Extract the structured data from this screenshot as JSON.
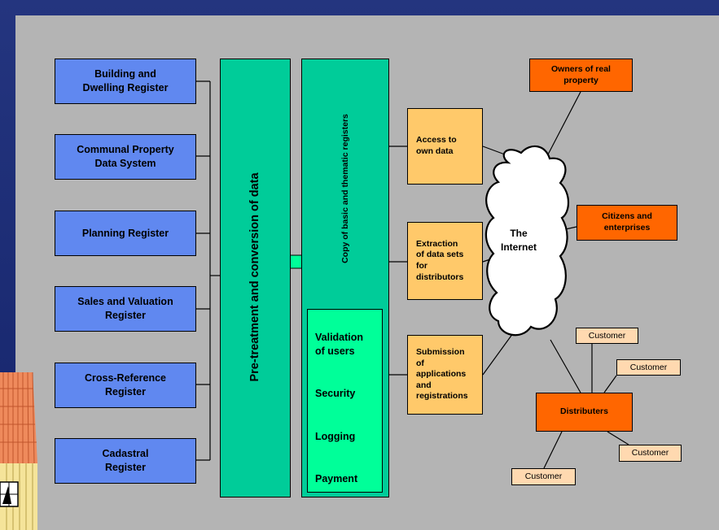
{
  "registers": [
    "Building and\nDwelling Register",
    "Communal Property\nData System",
    "Planning Register",
    "Sales and Valuation\nRegister",
    "Cross-Reference\nRegister",
    "Cadastral\nRegister"
  ],
  "pretreatment_label": "Pre-treatment and conversion of data",
  "copy_label": "Copy of basic and thematic registers",
  "services": [
    "Validation\nof users",
    "Security",
    "Logging",
    "Payment"
  ],
  "access_boxes": [
    "Access to\nown data",
    "Extraction\nof data sets\nfor\ndistributors",
    "Submission\nof\napplications\nand\nregistrations"
  ],
  "internet_label": "The\nInternet",
  "external": {
    "owners": "Owners of real\nproperty",
    "citizens": "Citizens and\nenterprises",
    "distributers": "Distributers"
  },
  "customers": [
    "Customer",
    "Customer",
    "Customer",
    "Customer"
  ],
  "colors": {
    "register_blue": "#6088f0",
    "teal": "#00cc99",
    "bright_green": "#00ff99",
    "access_yellow": "#ffc96a",
    "external_orange": "#ff6600",
    "customer_peach": "#ffd9b0"
  }
}
